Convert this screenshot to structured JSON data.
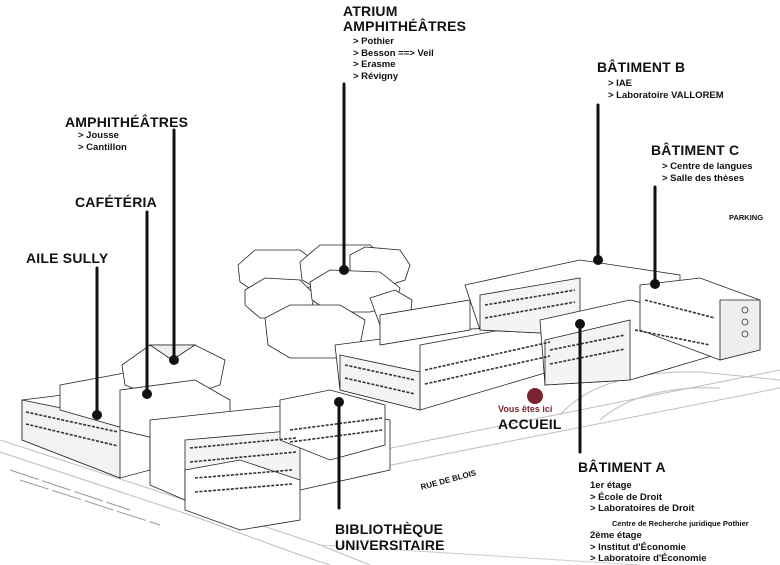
{
  "colors": {
    "ink": "#111111",
    "marker": "#7a2430",
    "building_fill": "#ffffff",
    "building_stroke": "#222222",
    "road": "#cfcfcf"
  },
  "labels": {
    "atrium": {
      "title_line1": "ATRIUM",
      "title_line2": "AMPHITHÉÂTRES",
      "items": [
        "> Pothier",
        "> Besson ==> Veil",
        "> Erasme",
        "> Révigny"
      ]
    },
    "amphitheatres": {
      "title": "AMPHITHÉÂTRES",
      "items": [
        "> Jousse",
        "> Cantillon"
      ]
    },
    "cafeteria": {
      "title": "CAFÉTÉRIA"
    },
    "aile_sully": {
      "title": "AILE SULLY"
    },
    "batiment_b": {
      "title": "BÂTIMENT B",
      "items": [
        "> IAE",
        "> Laboratoire VALLOREM"
      ]
    },
    "batiment_c": {
      "title": "BÂTIMENT C",
      "items": [
        "> Centre de langues",
        "> Salle des thèses"
      ]
    },
    "parking": "PARKING",
    "accueil": {
      "you_are_here": "Vous êtes ici",
      "title": "ACCUEIL"
    },
    "rue_de_blois": "RUE DE BLOIS",
    "batiment_a": {
      "title": "BÂTIMENT A",
      "floor1": "1er étage",
      "floor1_items": [
        "> École de Droit",
        "> Laboratoires de Droit"
      ],
      "research_centre": "Centre de Recherche juridique Pothier",
      "floor2": "2ème étage",
      "floor2_items": [
        "> Institut d'Économie",
        "> Laboratoire d'Économie"
      ]
    },
    "bibliotheque": {
      "title_line1": "BIBLIOTHÈQUE",
      "title_line2": "UNIVERSITAIRE"
    }
  }
}
